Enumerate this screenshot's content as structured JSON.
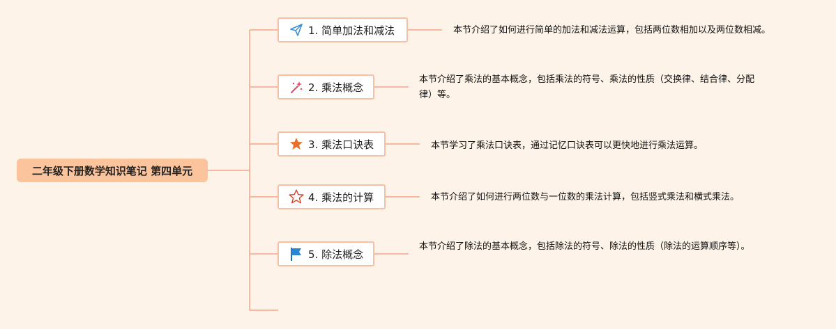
{
  "root": {
    "title": "二年级下册数学知识笔记 第四单元"
  },
  "topics": [
    {
      "icon": "paper-plane-icon",
      "label": "1. 简单加法和减法",
      "note": "本节介绍了如何进行简单的加法和减法运算，包括两位数相加以及两位数相减。"
    },
    {
      "icon": "magic-wand-icon",
      "label": "2. 乘法概念",
      "note": "本节介绍了乘法的基本概念，包括乘法的符号、乘法的性质（交换律、结合律、分配律）等。"
    },
    {
      "icon": "star-filled-icon",
      "label": "3. 乘法口诀表",
      "note": "本节学习了乘法口诀表，通过记忆口诀表可以更快地进行乘法运算。"
    },
    {
      "icon": "star-outline-icon",
      "label": "4. 乘法的计算",
      "note": "本节介绍了如何进行两位数与一位数的乘法计算，包括竖式乘法和横式乘法。"
    },
    {
      "icon": "flag-icon",
      "label": "5. 除法概念",
      "note": "本节介绍了除法的基本概念，包括除法的符号、除法的性质（除法的运算顺序等）。"
    }
  ],
  "colors": {
    "background": "#fdf3e8",
    "root_fill": "#fcc49c",
    "line": "#f5a488",
    "topic_border": "#f7c0a4"
  }
}
